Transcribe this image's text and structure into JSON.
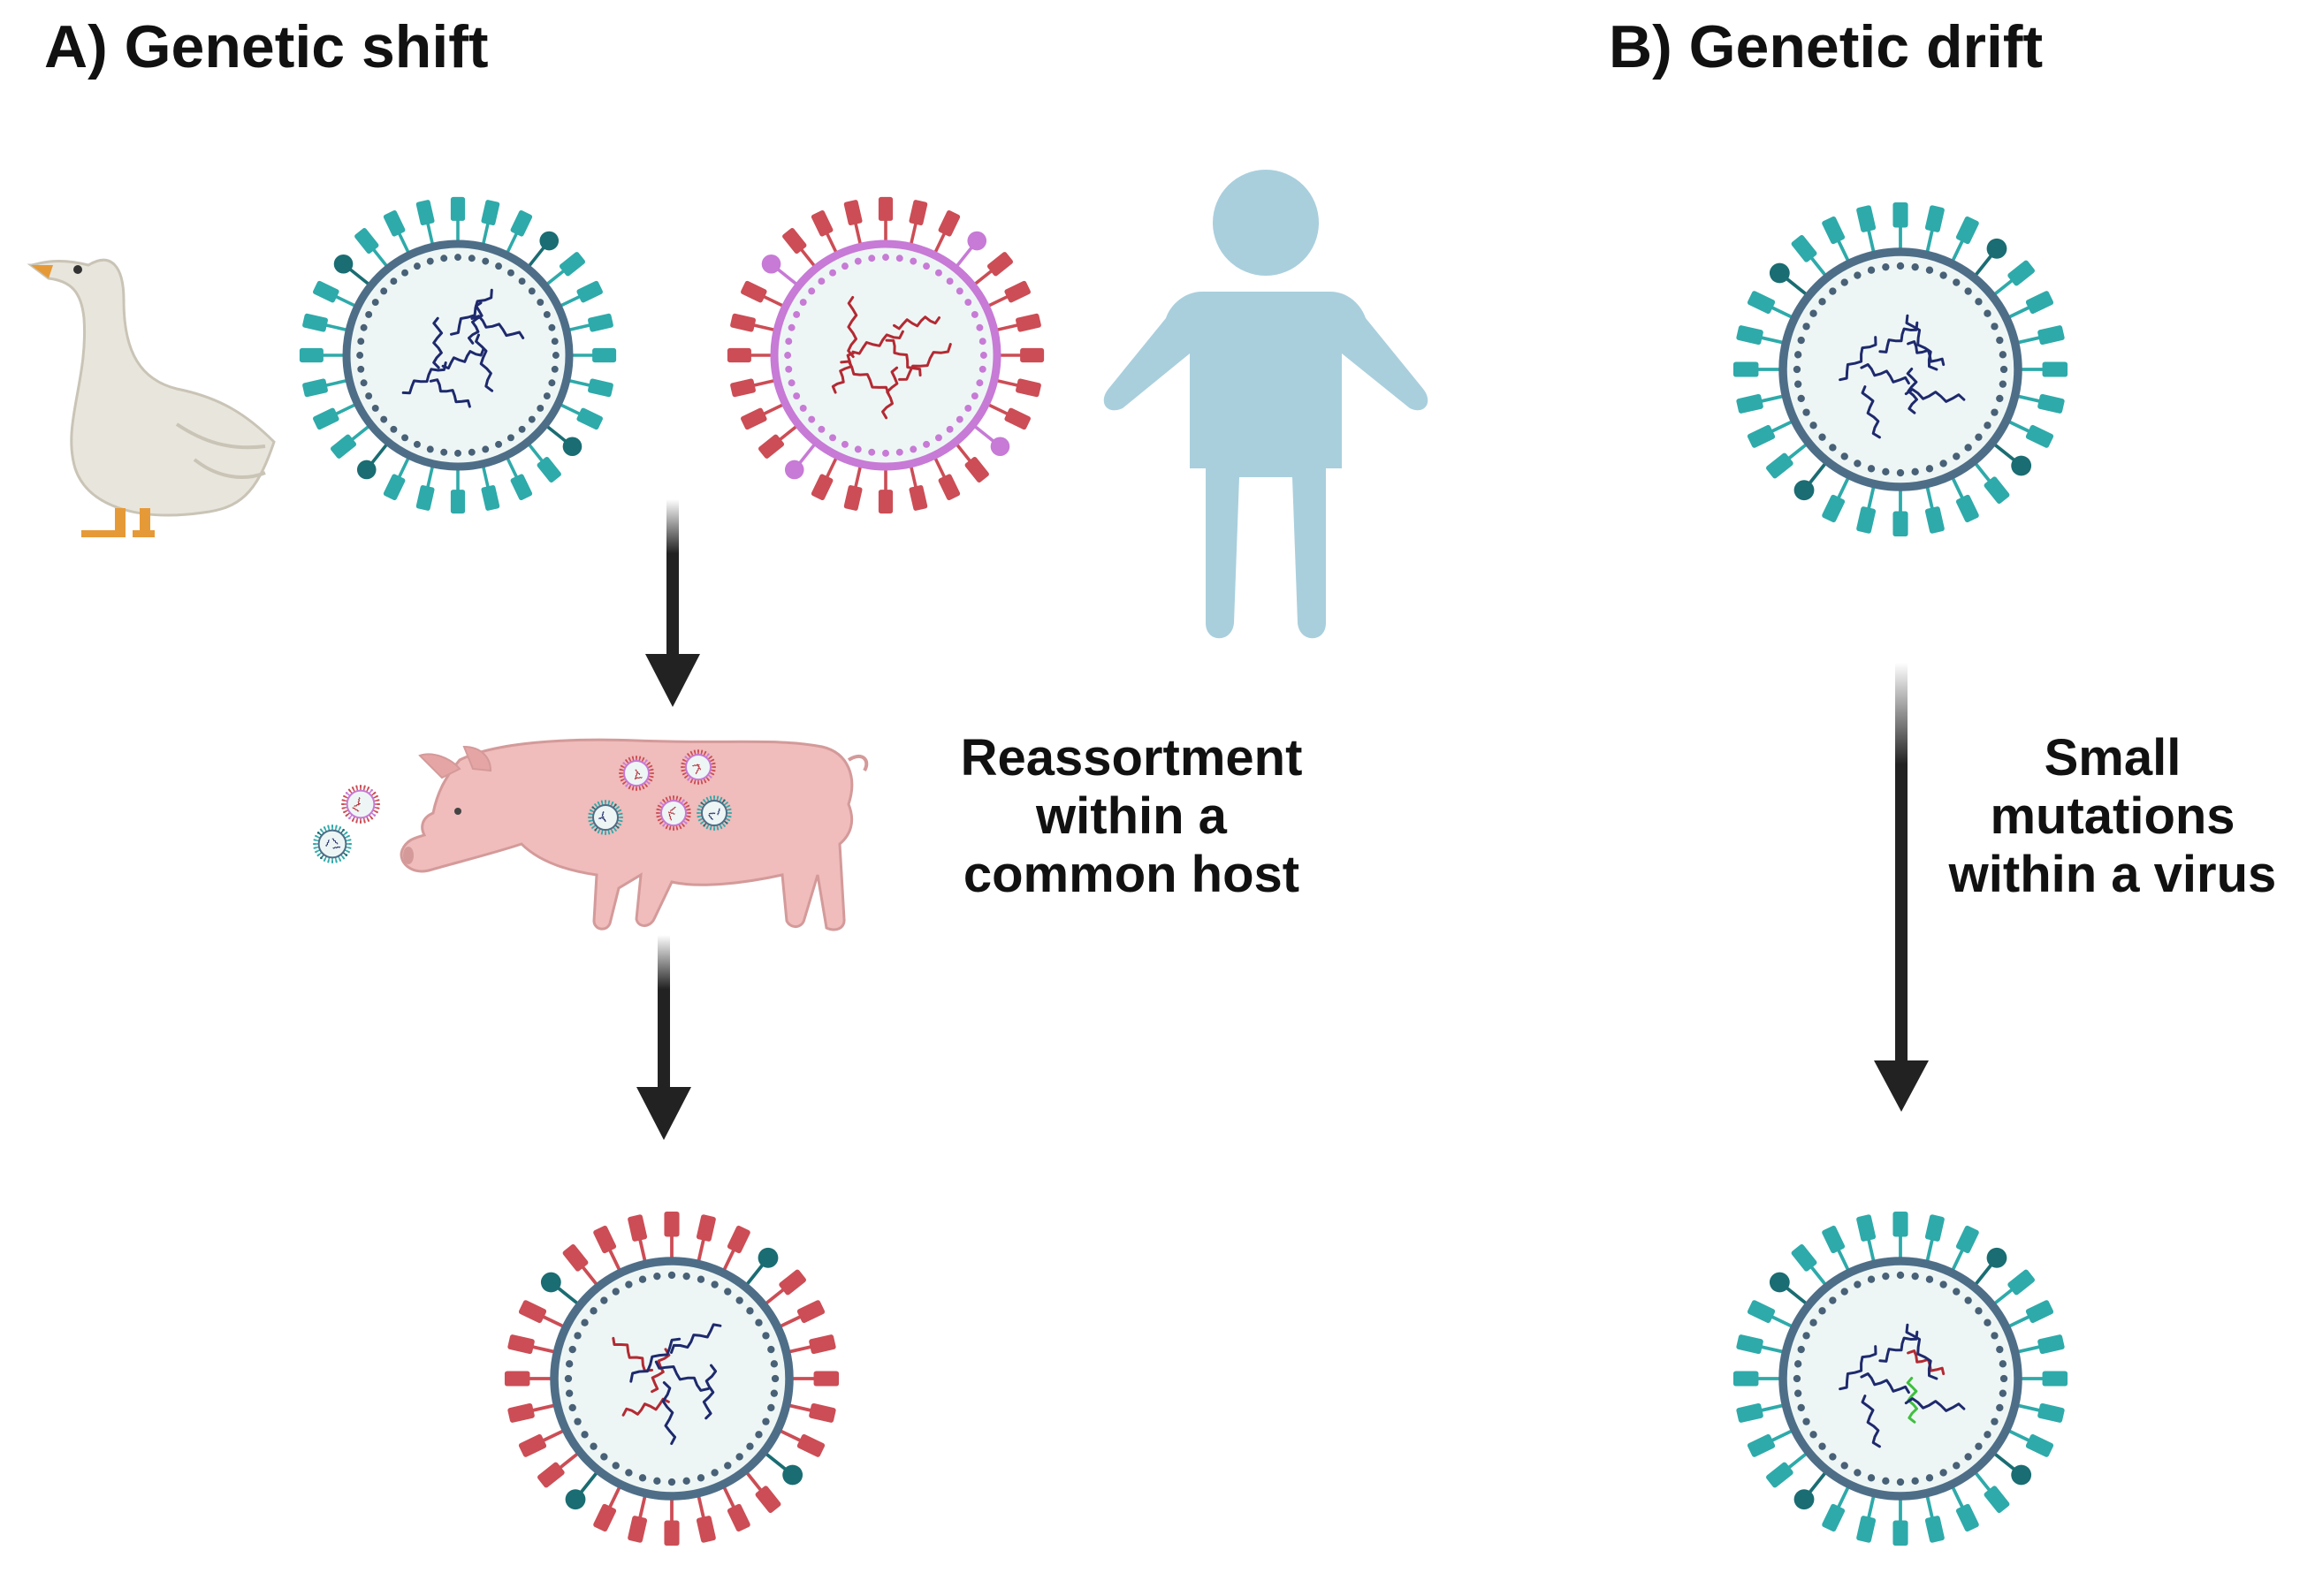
{
  "panel_a": {
    "title": "A) Genetic shift",
    "caption_lines": [
      "Reassortment",
      "within a",
      "common host"
    ]
  },
  "panel_b": {
    "title": "B) Genetic drift",
    "caption_lines": [
      "Small",
      "mutations",
      "within a virus"
    ]
  },
  "icons": {
    "host_bird": "goose-icon",
    "host_human": "person-icon",
    "host_mixing": "pig-icon",
    "virus": "influenza-virus-icon",
    "arrow": "arrow-down-icon"
  },
  "colors": {
    "avian_spike": "#2eaaaa",
    "avian_spike_dark": "#1a6d72",
    "human_spike": "#cc4d55",
    "human_membrane": "#c77ad6",
    "envelope": "#4e6e88",
    "particle": "#486177",
    "core_fill": "#eef6f5",
    "rna_avian": "#1e2a6d",
    "rna_human": "#b32a33",
    "rna_mutation": "#3fbf3f",
    "person": "#a9cfdd",
    "pig": "#f0bcbc",
    "goose": "#e8e5dc",
    "arrow": "#222222",
    "text": "#111111"
  }
}
